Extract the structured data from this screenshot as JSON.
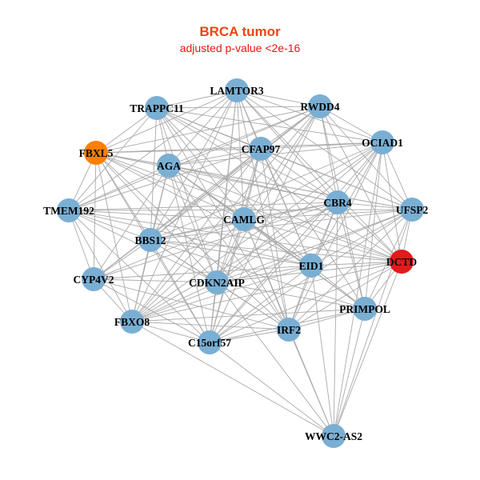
{
  "title": "BRCA tumor",
  "subtitle": "adjusted p-value <2e-16",
  "colors": {
    "default_node": "#7aafd4",
    "edge": "#aaaaaa",
    "FBXL5": "#ff7f00",
    "DCTD": "#e41a1c"
  },
  "nodes": [
    "LAMTOR3",
    "RWDD4",
    "TRAPPC11",
    "OCIAD1",
    "FBXL5",
    "CFAP97",
    "AGA",
    "CBR4",
    "UFSP2",
    "TMEM192",
    "CAMLG",
    "BBS12",
    "DCTD",
    "EID1",
    "CYP4V2",
    "CDKN2AIP",
    "PRIMPOL",
    "FBXO8",
    "IRF2",
    "C15orf57",
    "WWC2-AS2"
  ],
  "edges": [
    [
      "LAMTOR3",
      "RWDD4"
    ],
    [
      "LAMTOR3",
      "TRAPPC11"
    ],
    [
      "LAMTOR3",
      "OCIAD1"
    ],
    [
      "LAMTOR3",
      "FBXL5"
    ],
    [
      "LAMTOR3",
      "CFAP97"
    ],
    [
      "LAMTOR3",
      "AGA"
    ],
    [
      "LAMTOR3",
      "CBR4"
    ],
    [
      "LAMTOR3",
      "UFSP2"
    ],
    [
      "LAMTOR3",
      "TMEM192"
    ],
    [
      "LAMTOR3",
      "CAMLG"
    ],
    [
      "LAMTOR3",
      "BBS12"
    ],
    [
      "LAMTOR3",
      "EID1"
    ],
    [
      "LAMTOR3",
      "CDKN2AIP"
    ],
    [
      "LAMTOR3",
      "IRF2"
    ],
    [
      "LAMTOR3",
      "C15orf57"
    ],
    [
      "LAMTOR3",
      "FBXO8"
    ],
    [
      "LAMTOR3",
      "DCTD"
    ],
    [
      "RWDD4",
      "TRAPPC11"
    ],
    [
      "RWDD4",
      "OCIAD1"
    ],
    [
      "RWDD4",
      "FBXL5"
    ],
    [
      "RWDD4",
      "CFAP97"
    ],
    [
      "RWDD4",
      "AGA"
    ],
    [
      "RWDD4",
      "CBR4"
    ],
    [
      "RWDD4",
      "UFSP2"
    ],
    [
      "RWDD4",
      "TMEM192"
    ],
    [
      "RWDD4",
      "CAMLG"
    ],
    [
      "RWDD4",
      "BBS12"
    ],
    [
      "RWDD4",
      "CYP4V2"
    ],
    [
      "RWDD4",
      "CDKN2AIP"
    ],
    [
      "RWDD4",
      "FBXO8"
    ],
    [
      "RWDD4",
      "C15orf57"
    ],
    [
      "RWDD4",
      "DCTD"
    ],
    [
      "RWDD4",
      "PRIMPOL"
    ],
    [
      "TRAPPC11",
      "FBXL5"
    ],
    [
      "TRAPPC11",
      "CFAP97"
    ],
    [
      "TRAPPC11",
      "AGA"
    ],
    [
      "TRAPPC11",
      "CBR4"
    ],
    [
      "TRAPPC11",
      "UFSP2"
    ],
    [
      "TRAPPC11",
      "TMEM192"
    ],
    [
      "TRAPPC11",
      "CAMLG"
    ],
    [
      "TRAPPC11",
      "BBS12"
    ],
    [
      "TRAPPC11",
      "EID1"
    ],
    [
      "TRAPPC11",
      "CDKN2AIP"
    ],
    [
      "TRAPPC11",
      "IRF2"
    ],
    [
      "TRAPPC11",
      "OCIAD1"
    ],
    [
      "TRAPPC11",
      "DCTD"
    ],
    [
      "OCIAD1",
      "FBXL5"
    ],
    [
      "OCIAD1",
      "CFAP97"
    ],
    [
      "OCIAD1",
      "CBR4"
    ],
    [
      "OCIAD1",
      "UFSP2"
    ],
    [
      "OCIAD1",
      "CAMLG"
    ],
    [
      "OCIAD1",
      "BBS12"
    ],
    [
      "OCIAD1",
      "EID1"
    ],
    [
      "OCIAD1",
      "CDKN2AIP"
    ],
    [
      "OCIAD1",
      "PRIMPOL"
    ],
    [
      "OCIAD1",
      "FBXO8"
    ],
    [
      "OCIAD1",
      "IRF2"
    ],
    [
      "OCIAD1",
      "C15orf57"
    ],
    [
      "OCIAD1",
      "WWC2-AS2"
    ],
    [
      "OCIAD1",
      "DCTD"
    ],
    [
      "OCIAD1",
      "AGA"
    ],
    [
      "FBXL5",
      "CFAP97"
    ],
    [
      "FBXL5",
      "AGA"
    ],
    [
      "FBXL5",
      "CBR4"
    ],
    [
      "FBXL5",
      "UFSP2"
    ],
    [
      "FBXL5",
      "TMEM192"
    ],
    [
      "FBXL5",
      "CAMLG"
    ],
    [
      "FBXL5",
      "BBS12"
    ],
    [
      "FBXL5",
      "DCTD"
    ],
    [
      "FBXL5",
      "EID1"
    ],
    [
      "FBXL5",
      "CYP4V2"
    ],
    [
      "FBXL5",
      "CDKN2AIP"
    ],
    [
      "FBXL5",
      "FBXO8"
    ],
    [
      "FBXL5",
      "IRF2"
    ],
    [
      "FBXL5",
      "C15orf57"
    ],
    [
      "CFAP97",
      "AGA"
    ],
    [
      "CFAP97",
      "CBR4"
    ],
    [
      "CFAP97",
      "UFSP2"
    ],
    [
      "CFAP97",
      "TMEM192"
    ],
    [
      "CFAP97",
      "CAMLG"
    ],
    [
      "CFAP97",
      "BBS12"
    ],
    [
      "CFAP97",
      "EID1"
    ],
    [
      "CFAP97",
      "CYP4V2"
    ],
    [
      "CFAP97",
      "CDKN2AIP"
    ],
    [
      "CFAP97",
      "FBXO8"
    ],
    [
      "CFAP97",
      "IRF2"
    ],
    [
      "CFAP97",
      "C15orf57"
    ],
    [
      "CFAP97",
      "PRIMPOL"
    ],
    [
      "AGA",
      "CBR4"
    ],
    [
      "AGA",
      "UFSP2"
    ],
    [
      "AGA",
      "TMEM192"
    ],
    [
      "AGA",
      "CAMLG"
    ],
    [
      "AGA",
      "BBS12"
    ],
    [
      "AGA",
      "DCTD"
    ],
    [
      "AGA",
      "EID1"
    ],
    [
      "AGA",
      "CYP4V2"
    ],
    [
      "AGA",
      "CDKN2AIP"
    ],
    [
      "AGA",
      "FBXO8"
    ],
    [
      "AGA",
      "C15orf57"
    ],
    [
      "AGA",
      "IRF2"
    ],
    [
      "AGA",
      "PRIMPOL"
    ],
    [
      "CBR4",
      "UFSP2"
    ],
    [
      "CBR4",
      "TMEM192"
    ],
    [
      "CBR4",
      "CAMLG"
    ],
    [
      "CBR4",
      "BBS12"
    ],
    [
      "CBR4",
      "DCTD"
    ],
    [
      "CBR4",
      "EID1"
    ],
    [
      "CBR4",
      "CDKN2AIP"
    ],
    [
      "CBR4",
      "PRIMPOL"
    ],
    [
      "CBR4",
      "FBXO8"
    ],
    [
      "CBR4",
      "IRF2"
    ],
    [
      "CBR4",
      "C15orf57"
    ],
    [
      "CBR4",
      "WWC2-AS2"
    ],
    [
      "CBR4",
      "CYP4V2"
    ],
    [
      "UFSP2",
      "TMEM192"
    ],
    [
      "UFSP2",
      "CAMLG"
    ],
    [
      "UFSP2",
      "BBS12"
    ],
    [
      "UFSP2",
      "DCTD"
    ],
    [
      "UFSP2",
      "EID1"
    ],
    [
      "UFSP2",
      "CDKN2AIP"
    ],
    [
      "UFSP2",
      "PRIMPOL"
    ],
    [
      "UFSP2",
      "FBXO8"
    ],
    [
      "UFSP2",
      "IRF2"
    ],
    [
      "UFSP2",
      "C15orf57"
    ],
    [
      "UFSP2",
      "WWC2-AS2"
    ],
    [
      "TMEM192",
      "CAMLG"
    ],
    [
      "TMEM192",
      "BBS12"
    ],
    [
      "TMEM192",
      "DCTD"
    ],
    [
      "TMEM192",
      "EID1"
    ],
    [
      "TMEM192",
      "CYP4V2"
    ],
    [
      "TMEM192",
      "CDKN2AIP"
    ],
    [
      "TMEM192",
      "FBXO8"
    ],
    [
      "TMEM192",
      "C15orf57"
    ],
    [
      "CAMLG",
      "BBS12"
    ],
    [
      "CAMLG",
      "DCTD"
    ],
    [
      "CAMLG",
      "EID1"
    ],
    [
      "CAMLG",
      "CYP4V2"
    ],
    [
      "CAMLG",
      "CDKN2AIP"
    ],
    [
      "CAMLG",
      "PRIMPOL"
    ],
    [
      "CAMLG",
      "FBXO8"
    ],
    [
      "CAMLG",
      "IRF2"
    ],
    [
      "CAMLG",
      "C15orf57"
    ],
    [
      "CAMLG",
      "WWC2-AS2"
    ],
    [
      "BBS12",
      "DCTD"
    ],
    [
      "BBS12",
      "EID1"
    ],
    [
      "BBS12",
      "CYP4V2"
    ],
    [
      "BBS12",
      "CDKN2AIP"
    ],
    [
      "BBS12",
      "PRIMPOL"
    ],
    [
      "BBS12",
      "FBXO8"
    ],
    [
      "BBS12",
      "IRF2"
    ],
    [
      "BBS12",
      "C15orf57"
    ],
    [
      "DCTD",
      "EID1"
    ],
    [
      "DCTD",
      "CDKN2AIP"
    ],
    [
      "DCTD",
      "PRIMPOL"
    ],
    [
      "DCTD",
      "FBXO8"
    ],
    [
      "DCTD",
      "IRF2"
    ],
    [
      "DCTD",
      "C15orf57"
    ],
    [
      "DCTD",
      "WWC2-AS2"
    ],
    [
      "EID1",
      "CYP4V2"
    ],
    [
      "EID1",
      "CDKN2AIP"
    ],
    [
      "EID1",
      "PRIMPOL"
    ],
    [
      "EID1",
      "FBXO8"
    ],
    [
      "EID1",
      "IRF2"
    ],
    [
      "EID1",
      "C15orf57"
    ],
    [
      "EID1",
      "WWC2-AS2"
    ],
    [
      "CYP4V2",
      "CDKN2AIP"
    ],
    [
      "CYP4V2",
      "FBXO8"
    ],
    [
      "CYP4V2",
      "C15orf57"
    ],
    [
      "CYP4V2",
      "IRF2"
    ],
    [
      "CDKN2AIP",
      "PRIMPOL"
    ],
    [
      "CDKN2AIP",
      "FBXO8"
    ],
    [
      "CDKN2AIP",
      "IRF2"
    ],
    [
      "CDKN2AIP",
      "C15orf57"
    ],
    [
      "CDKN2AIP",
      "WWC2-AS2"
    ],
    [
      "PRIMPOL",
      "FBXO8"
    ],
    [
      "PRIMPOL",
      "IRF2"
    ],
    [
      "PRIMPOL",
      "C15orf57"
    ],
    [
      "PRIMPOL",
      "WWC2-AS2"
    ],
    [
      "FBXO8",
      "IRF2"
    ],
    [
      "FBXO8",
      "C15orf57"
    ],
    [
      "FBXO8",
      "WWC2-AS2"
    ],
    [
      "IRF2",
      "C15orf57"
    ],
    [
      "IRF2",
      "WWC2-AS2"
    ],
    [
      "C15orf57",
      "WWC2-AS2"
    ]
  ]
}
